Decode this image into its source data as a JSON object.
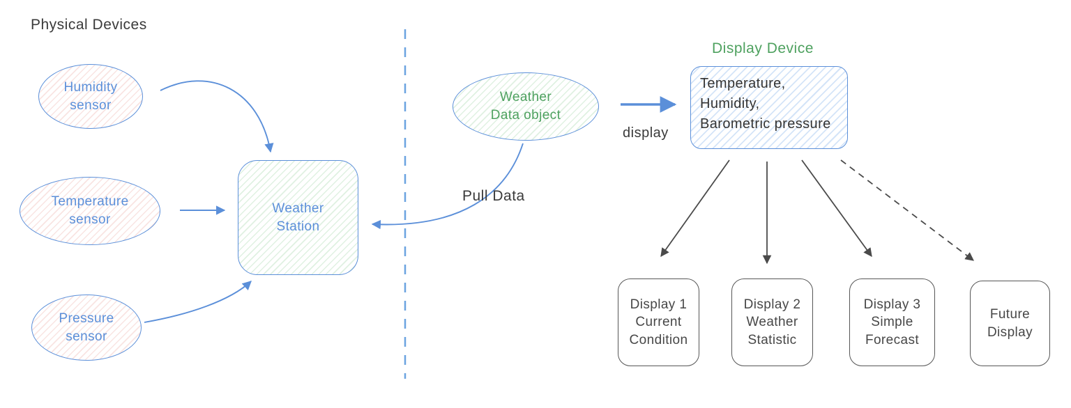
{
  "diagram": {
    "section_label": "Physical Devices",
    "sensors": [
      {
        "id": "humidity",
        "label": "Humidity\nsensor"
      },
      {
        "id": "temperature",
        "label": "Temperature\nsensor"
      },
      {
        "id": "pressure",
        "label": "Pressure\nsensor"
      }
    ],
    "weather_station": {
      "label": "Weather\nStation"
    },
    "weather_data_object": {
      "label": "Weather\nData object"
    },
    "edge_labels": {
      "pull_data": "Pull Data",
      "display": "display"
    },
    "display_device": {
      "title": "Display Device",
      "content": "Temperature,\nHumidity,\nBarometric pressure"
    },
    "displays": [
      {
        "label": "Display 1\nCurrent\nCondition"
      },
      {
        "label": "Display 2\nWeather\nStatistic"
      },
      {
        "label": "Display 3\nSimple\nForecast"
      },
      {
        "label": "Future\nDisplay"
      }
    ],
    "colors": {
      "blue": "#5b8fd9",
      "green": "#4ea15f",
      "dark": "#4a4a4a"
    }
  }
}
